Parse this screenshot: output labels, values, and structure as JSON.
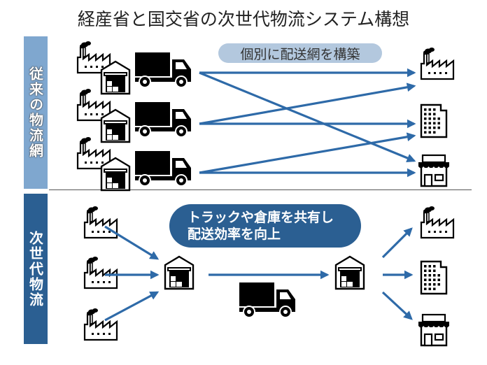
{
  "title": "経産省と国交省の次世代物流システム構想",
  "sections": {
    "current": {
      "label": "従来の物流網",
      "note": "個別に配送網を構築",
      "sources": [
        {
          "icons": [
            "factory-icon",
            "warehouse-icon",
            "truck-icon"
          ]
        },
        {
          "icons": [
            "factory-icon",
            "warehouse-icon",
            "truck-icon"
          ]
        },
        {
          "icons": [
            "factory-icon",
            "warehouse-icon",
            "truck-icon"
          ]
        }
      ],
      "destinations": [
        "factory-icon",
        "office-building-icon",
        "store-icon"
      ],
      "connections": [
        {
          "from": 0,
          "to": 0
        },
        {
          "from": 0,
          "to": 2
        },
        {
          "from": 1,
          "to": 0
        },
        {
          "from": 1,
          "to": 1
        },
        {
          "from": 2,
          "to": 1
        },
        {
          "from": 2,
          "to": 2
        }
      ]
    },
    "next": {
      "label": "次世代物流",
      "note_line1": "トラックや倉庫を共有し",
      "note_line2": "配送効率を向上",
      "sources": [
        "factory-icon",
        "factory-icon",
        "factory-icon"
      ],
      "hubs": [
        "warehouse-icon",
        "warehouse-icon"
      ],
      "transport": "truck-icon",
      "destinations": [
        "factory-icon",
        "office-building-icon",
        "store-icon"
      ]
    }
  },
  "colors": {
    "arrow": "#2e6aa8",
    "side_top": "#7fa7cf",
    "side_bottom": "#2b5f92",
    "pill_top": "#b3c8de",
    "pill_bottom": "#2b5f92"
  }
}
